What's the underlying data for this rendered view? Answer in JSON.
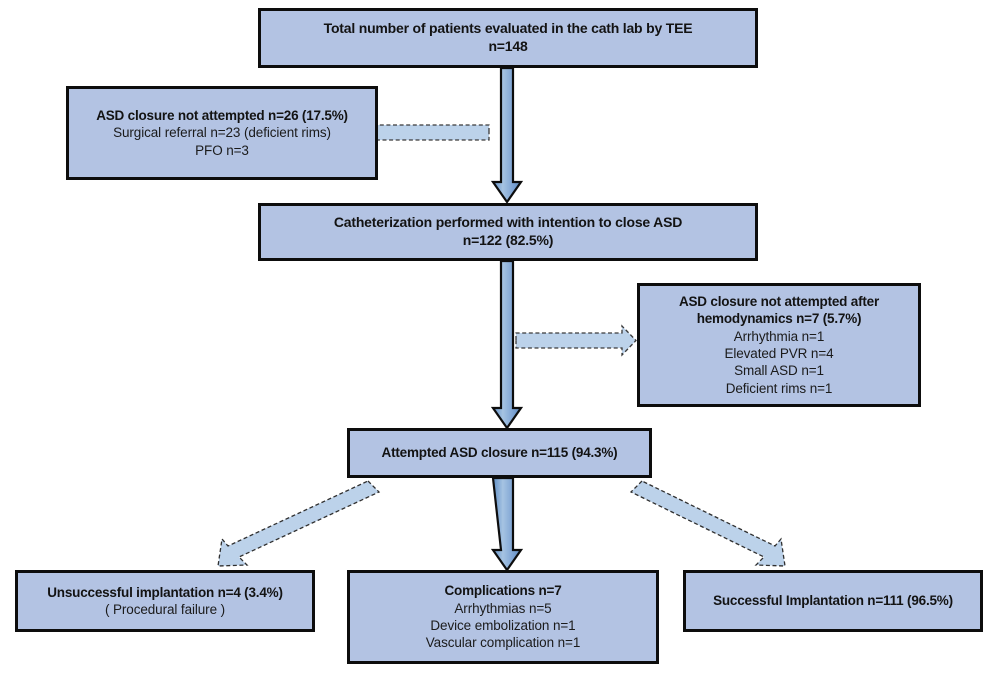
{
  "figure": {
    "type": "flowchart",
    "orientation": "top-down",
    "box_fill_color": "#b3c3e3",
    "box_border_color": "#0d0d0d",
    "solid_arrow_fill": "#7fa5d4",
    "dashed_arrow_fill": "#b8cfe8"
  },
  "nodes": {
    "total": {
      "title": "Total number of patients evaluated in the cath lab by TEE",
      "count": "n=148"
    },
    "not_attempted": {
      "title": "ASD closure not attempted n=26 (17.5%)",
      "lines": [
        "Surgical referral n=23 (deficient rims)",
        "PFO n=3"
      ]
    },
    "catheterization": {
      "title": "Catheterization performed with intention to close ASD",
      "count": "n=122 (82.5%)"
    },
    "hemodynamics": {
      "title_line1": "ASD closure not attempted after",
      "title_line2": "hemodynamics n=7 (5.7%)",
      "lines": [
        "Arrhythmia  n=1",
        "Elevated PVR n=4",
        "Small ASD n=1",
        "Deficient rims n=1"
      ]
    },
    "attempted": {
      "title": "Attempted ASD closure n=115 (94.3%)"
    },
    "unsuccessful": {
      "title": "Unsuccessful implantation n=4 (3.4%)",
      "lines": [
        "( Procedural  failure )"
      ]
    },
    "complications": {
      "title": "Complications n=7",
      "lines": [
        "Arrhythmias  n=5",
        "Device embolization  n=1",
        "Vascular complication n=1"
      ]
    },
    "successful": {
      "title": "Successful Implantation n=111 (96.5%)"
    }
  },
  "arrows": [
    {
      "name": "total-to-catheterization",
      "style": "solid-block",
      "direction": "down"
    },
    {
      "name": "catheterization-to-not-attempted",
      "style": "dashed-block",
      "direction": "left"
    },
    {
      "name": "catheterization-to-attempted",
      "style": "solid-block",
      "direction": "down"
    },
    {
      "name": "catheterization-to-hemodynamics",
      "style": "dashed-block",
      "direction": "right"
    },
    {
      "name": "attempted-to-unsuccessful",
      "style": "dashed-block",
      "direction": "down-left"
    },
    {
      "name": "attempted-to-complications",
      "style": "solid-block",
      "direction": "down"
    },
    {
      "name": "attempted-to-successful",
      "style": "dashed-block",
      "direction": "down-right"
    }
  ]
}
